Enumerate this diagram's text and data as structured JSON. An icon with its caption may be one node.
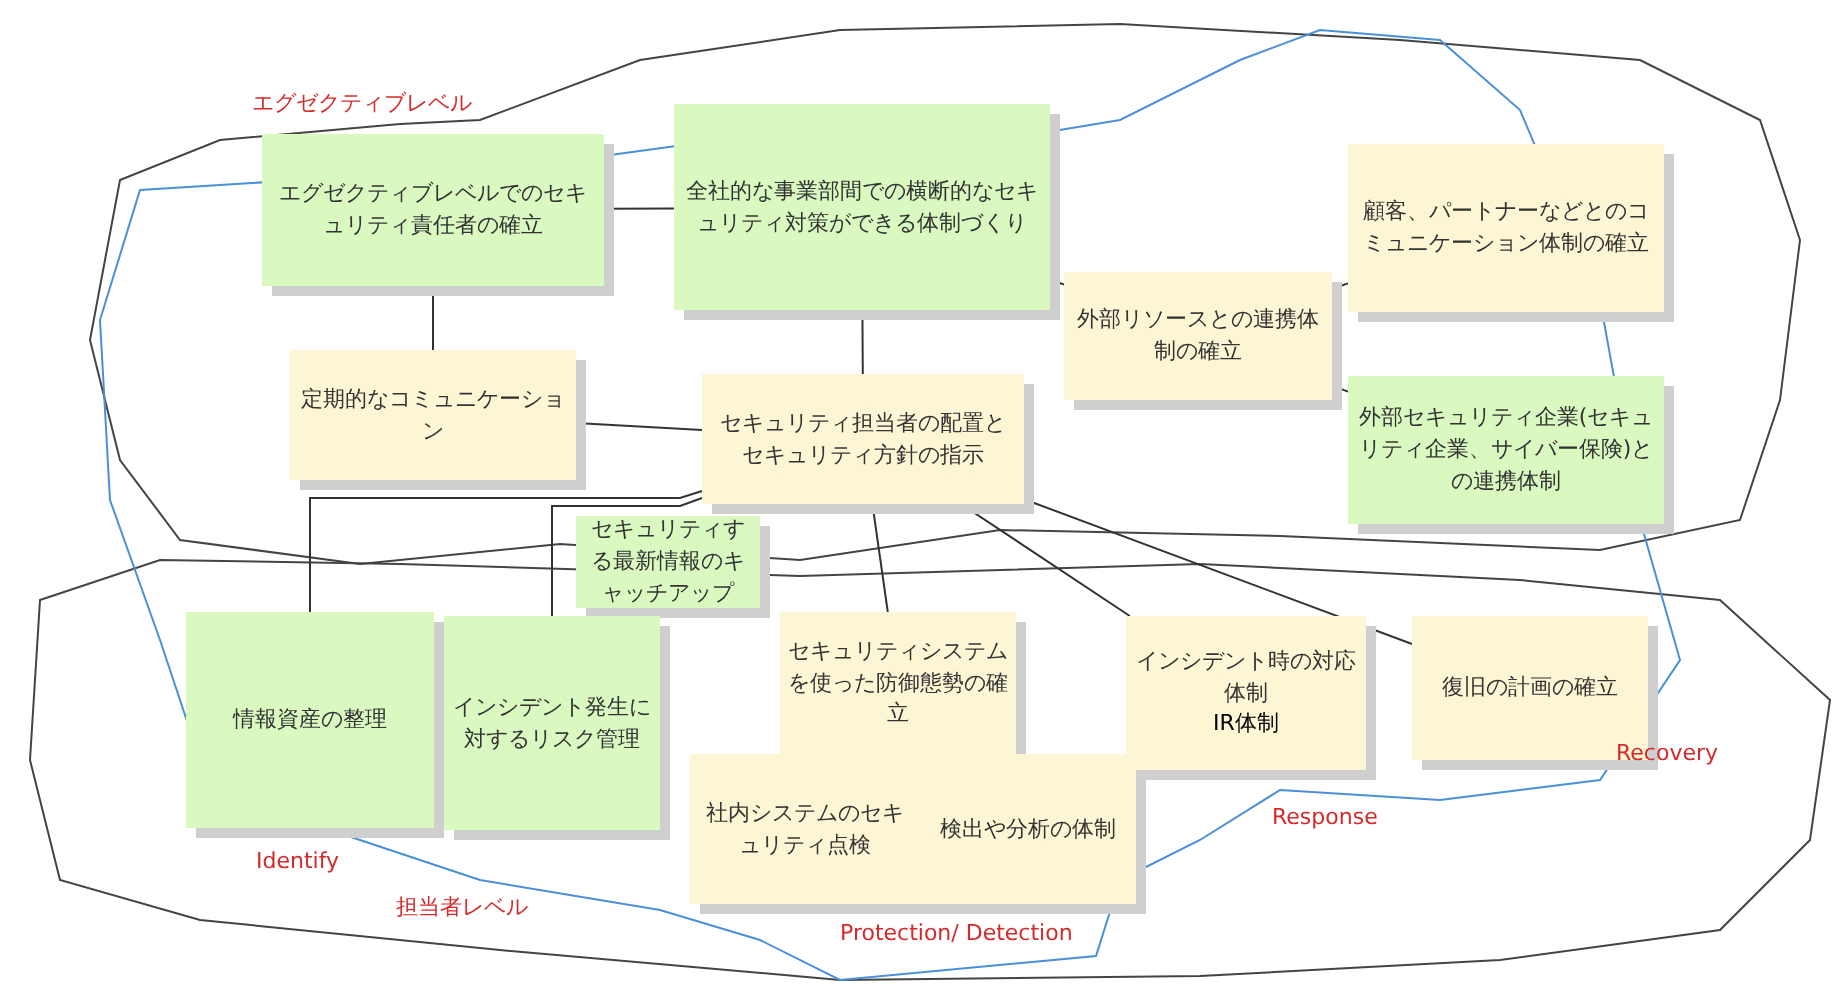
{
  "diagram": {
    "nodes": [
      {
        "text": [
          "エグゼクティブレベルでのセキュリティ責任者の確立"
        ]
      },
      {
        "text": [
          "全社的な事業部間での横断的なセキュリティ対策ができる体制づくり"
        ]
      },
      {
        "text": [
          "外部リソースとの連携体制の確立"
        ]
      },
      {
        "text": [
          "顧客、パートナーなどとのコミュニケーション体制の確立"
        ]
      },
      {
        "text": [
          "定期的なコミュニケーション"
        ]
      },
      {
        "text": [
          "セキュリティ担当者の配置とセキュリティ方針の指示"
        ]
      },
      {
        "text": [
          "外部セキュリティ企業(セキュリティ企業、サイバー保険)との連携体制"
        ]
      },
      {
        "text": [
          "セキュリティする最新情報のキャッチアップ"
        ]
      },
      {
        "text": [
          "情報資産の整理"
        ]
      },
      {
        "text": [
          "インシデント発生に対するリスク管理"
        ]
      },
      {
        "text": [
          "セキュリティシステムを使った防御態勢の確立"
        ]
      },
      {
        "text": [
          "社内システムのセキュリティ点検"
        ]
      },
      {
        "text": [
          "検出や分析の体制"
        ]
      },
      {
        "text": [
          "インシデント時の対応体制",
          "IR体制"
        ]
      },
      {
        "text": [
          "復旧の計画の確立"
        ]
      }
    ],
    "edges": [
      {
        "from": 0,
        "to": 1,
        "arrow": "none"
      },
      {
        "from": 0,
        "to": 4,
        "arrow": "none"
      },
      {
        "from": 1,
        "to": 5,
        "arrow": "none"
      },
      {
        "from": 1,
        "to": 2,
        "arrow": "none"
      },
      {
        "from": 2,
        "to": 3,
        "arrow": "none"
      },
      {
        "from": 2,
        "to": 6,
        "arrow": "none"
      },
      {
        "from": 4,
        "to": 5,
        "arrow": "none"
      },
      {
        "from": 5,
        "to": 8,
        "arrow": "none"
      },
      {
        "from": 5,
        "to": 9,
        "arrow": "none"
      },
      {
        "from": 5,
        "to": 10,
        "arrow": "none"
      },
      {
        "from": 5,
        "to": 13,
        "arrow": "none"
      },
      {
        "from": 5,
        "to": 14,
        "arrow": "none"
      }
    ],
    "labels": [
      "エグゼクティブレベル",
      "Identify",
      "担当者レベル",
      "Protection/ Detection",
      "Response",
      "Recovery"
    ]
  }
}
